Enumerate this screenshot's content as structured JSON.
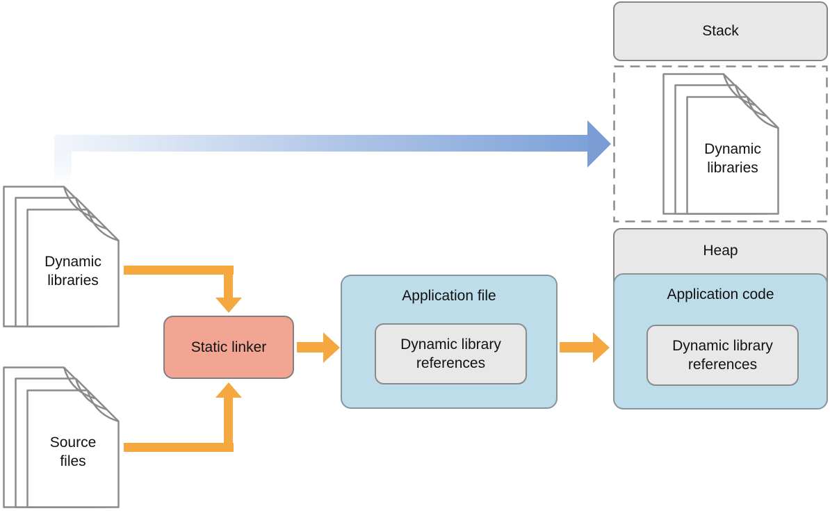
{
  "colors": {
    "box_gray_fill": "#e8e8e8",
    "box_blue_fill": "#bcdde9",
    "linker_salmon_fill": "#f2a592",
    "arrow_orange": "#f6a840",
    "arrow_blue": "#7b9dd3",
    "border_gray": "#858585"
  },
  "build_inputs": {
    "dynamic_libraries": {
      "line1": "Dynamic",
      "line2": "libraries"
    },
    "source_files": {
      "line1": "Source",
      "line2": "files"
    }
  },
  "static_linker": {
    "label": "Static linker"
  },
  "application_file": {
    "title": "Application file",
    "references": {
      "line1": "Dynamic library",
      "line2": "references"
    }
  },
  "memory_region": {
    "stack": {
      "label": "Stack"
    },
    "loaded_libraries": {
      "line1": "Dynamic",
      "line2": "libraries"
    },
    "heap": {
      "label": "Heap",
      "application_code": {
        "title": "Application code",
        "references": {
          "line1": "Dynamic library",
          "line2": "references"
        }
      }
    }
  },
  "icons": {
    "file_stack": "stack of three document pages with folded corner",
    "orange_arrow": "thick orange flow arrow",
    "blue_gradient_arrow": "blue gradient load arrow into stack region",
    "dashed_region": "dashed border memory region"
  }
}
